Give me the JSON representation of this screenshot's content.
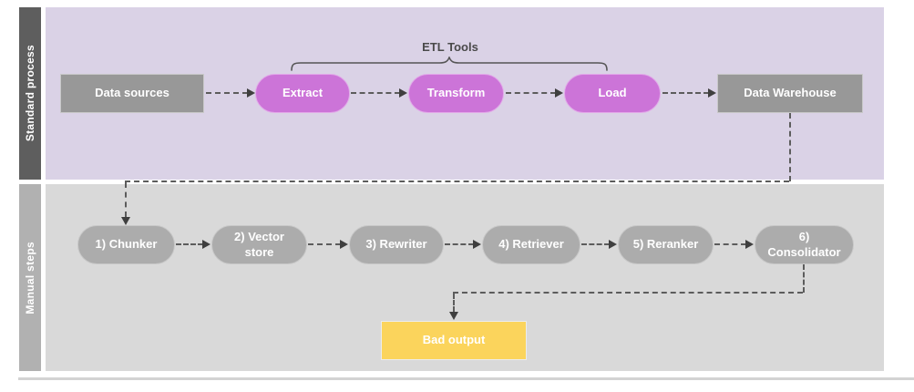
{
  "lanes": {
    "standard": {
      "label": "Standard process"
    },
    "manual": {
      "label": "Manual steps"
    }
  },
  "annotations": {
    "etl_tools": "ETL Tools"
  },
  "standard_nodes": {
    "data_sources": {
      "label": "Data sources"
    },
    "extract": {
      "label": "Extract"
    },
    "transform": {
      "label": "Transform"
    },
    "load": {
      "label": "Load"
    },
    "data_warehouse": {
      "label": "Data Warehouse"
    }
  },
  "manual_nodes": {
    "chunker": {
      "label": "1) Chunker"
    },
    "vector_store": {
      "label": "2) Vector store"
    },
    "rewriter": {
      "label": "3) Rewriter"
    },
    "retriever": {
      "label": "4) Retriever"
    },
    "reranker": {
      "label": "5) Reranker"
    },
    "consolidator": {
      "label": "6) Consolidator"
    },
    "bad_output": {
      "label": "Bad output"
    }
  },
  "colors": {
    "standard_lane_bg": "#DAD2E6",
    "standard_lane_bar": "#5E5E5E",
    "manual_lane_bg": "#D9D9D9",
    "manual_lane_bar": "#B1B1B1",
    "process_box_fill": "#989898",
    "etl_pill_fill": "#CC74D8",
    "manual_pill_fill": "#ACACAC",
    "bad_output_fill": "#FBD45C",
    "connector": "#5C5C5C",
    "annotation_text": "#4A4A4A"
  }
}
